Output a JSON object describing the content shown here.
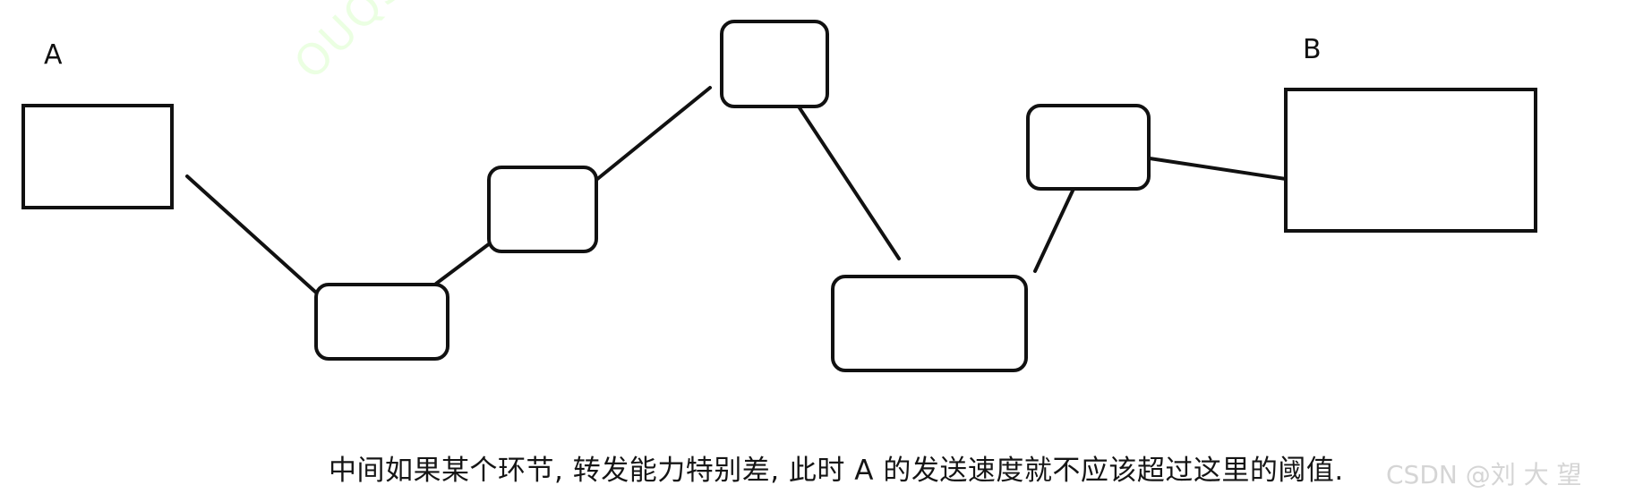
{
  "diagram": {
    "label_a": "A",
    "label_b": "B",
    "stroke_color": "#111111",
    "fill_color": "#ffffff"
  },
  "caption": "中间如果某个环节, 转发能力特别差, 此时 A 的发送速度就不应该超过这里的阈值.",
  "watermark": "CSDN @刘 大 望",
  "faint_watermark": "OUQSSI"
}
